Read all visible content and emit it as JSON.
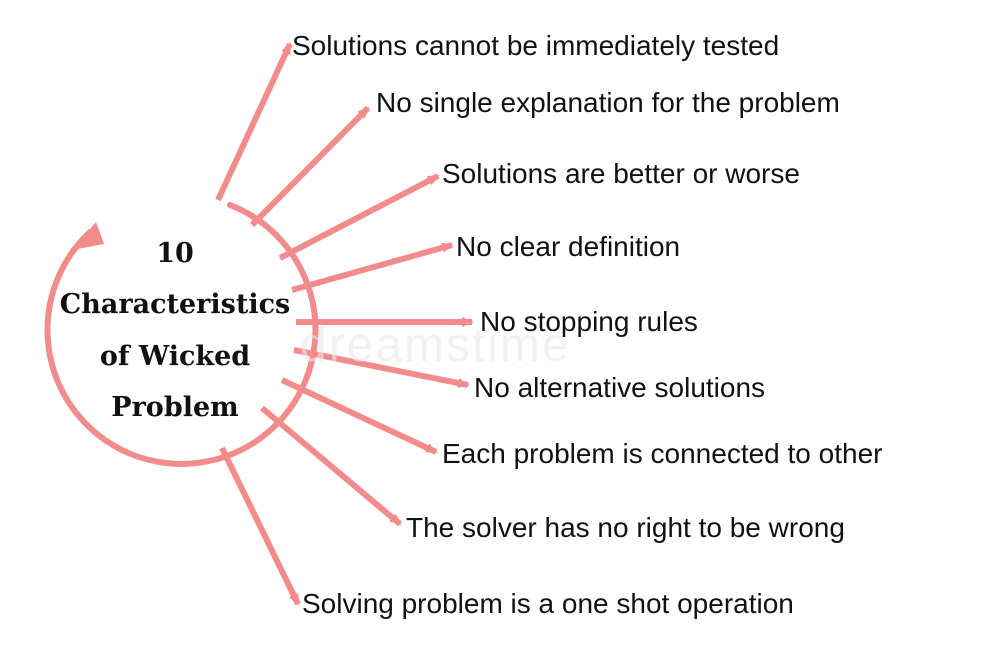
{
  "diagram": {
    "center_title_lines": [
      "10",
      "Characteristics",
      "of Wicked",
      "Problem"
    ],
    "items": [
      "Solutions cannot be immediately tested",
      "No single explanation for the problem",
      "Solutions are better or worse",
      "No clear definition",
      "No stopping rules",
      "No alternative solutions",
      "Each problem is connected to other",
      "The solver has no right to be wrong",
      "Solving problem is a one shot operation"
    ],
    "arrow_color": "#f28c8c",
    "circle_color": "#f28c8c"
  },
  "watermark": "dreamstime"
}
